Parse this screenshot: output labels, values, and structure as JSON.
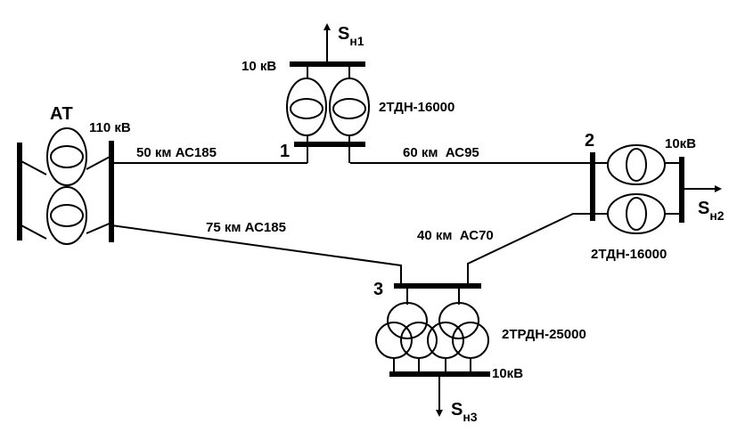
{
  "diagram": {
    "autotransformer": {
      "label": "АТ"
    },
    "buses": {
      "main_110": "110 кВ",
      "sub1_lv": "10 кВ",
      "sub2_lv": "10кВ",
      "sub3_lv": "10кВ"
    },
    "nodes": {
      "n1": "1",
      "n2": "2",
      "n3": "3"
    },
    "lines": {
      "at_to_1": "50 км АС185",
      "n1_to_2": "60 км  АС95",
      "at_to_3": "75 км АС185",
      "n3_to_2": "40 км  АС70"
    },
    "transformers": {
      "t1": "2ТДН-16000",
      "t2": "2ТДН-16000",
      "t3": "2ТРДН-25000"
    },
    "loads": {
      "s1": {
        "main": "S",
        "sub": "н1"
      },
      "s2": {
        "main": "S",
        "sub": "н2"
      },
      "s3": {
        "main": "S",
        "sub": "н3"
      }
    }
  }
}
